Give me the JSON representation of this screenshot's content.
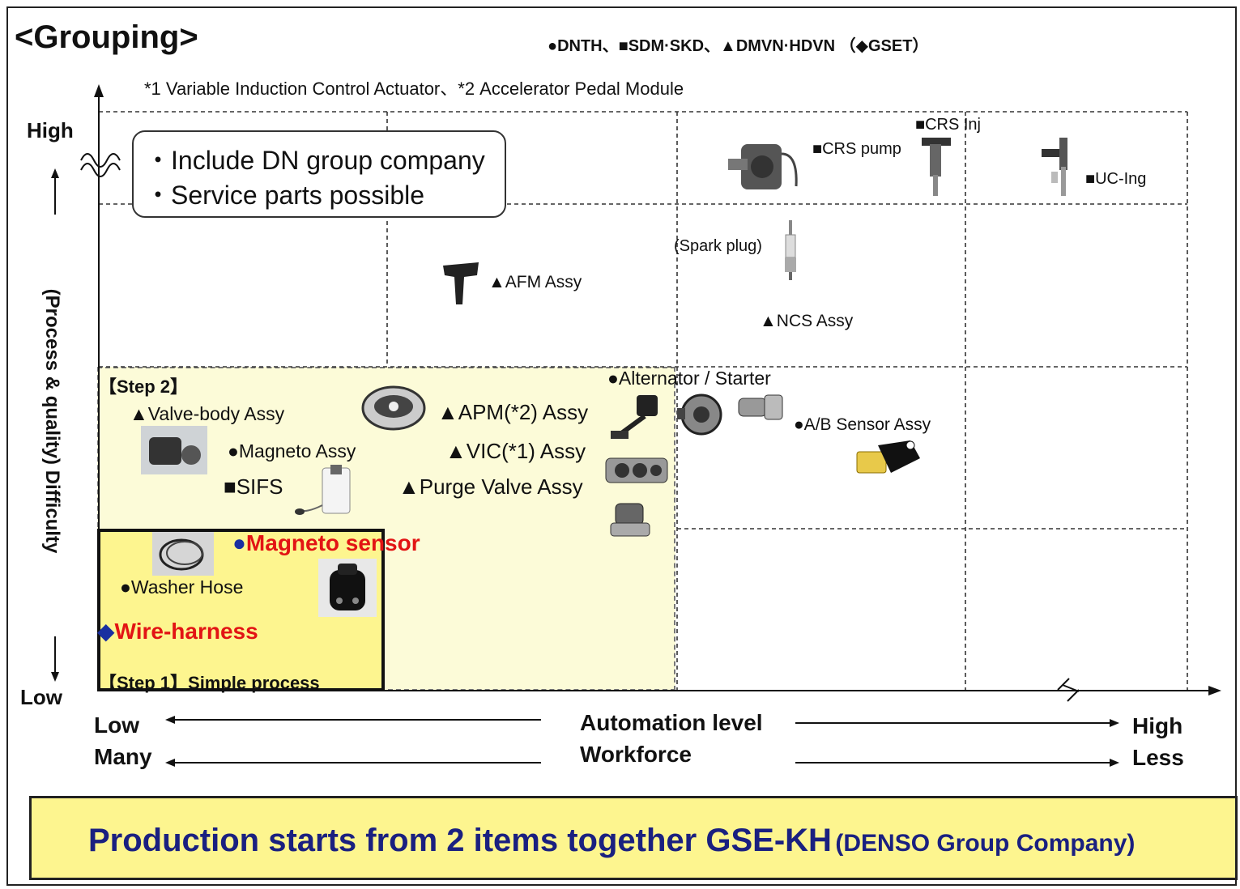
{
  "title": "<Grouping>",
  "legend": "●DNTH、■SDM·SKD、▲DMVN·HDVN （◆GSET）",
  "footnote": "*1 Variable Induction Control Actuator、*2 Accelerator Pedal Module",
  "y_axis": {
    "label": "(Process & quality) Difficulty",
    "high": "High",
    "low": "Low"
  },
  "note": {
    "lines": [
      "・Include DN group company",
      "・Service parts possible"
    ]
  },
  "steps": {
    "step2": "【Step 2】",
    "step1": "【Step 1】Simple process"
  },
  "items": {
    "crs_inj": "■CRS Inj",
    "crs_pump": "■CRS pump",
    "uc_ing": "■UC-Ing",
    "spark_plug": "(Spark plug)",
    "afm_assy": "▲AFM Assy",
    "ncs_assy": "▲NCS Assy",
    "alternator": "●Alternator / Starter",
    "ab_sensor": "●A/B Sensor Assy",
    "valve_body": "▲Valve-body Assy",
    "apm_assy": "▲APM(*2) Assy",
    "magneto_assy": "●Magneto Assy",
    "vic_assy": "▲VIC(*1) Assy",
    "sifs": "■SIFS",
    "purge_valve": "▲Purge Valve Assy",
    "magneto_sensor_mark": "●",
    "magneto_sensor": "Magneto sensor",
    "washer_hose": "●Washer Hose",
    "wire_harness_mark": "◆",
    "wire_harness": "Wire-harness"
  },
  "x_axis": {
    "automation": {
      "label": "Automation level",
      "left": "Low",
      "right": "High"
    },
    "workforce": {
      "label": "Workforce",
      "left": "Many",
      "right": "Less"
    }
  },
  "banner": {
    "main": "Production starts from 2 items together GSE-KH",
    "sub": "(DENSO Group Company)"
  },
  "colors": {
    "step1_fill": "#fdf58f",
    "step2_fill": "#fcfbd8",
    "highlight_red": "#e21414",
    "banner_text": "#1a2080",
    "marker_blue": "#1a2fa0"
  }
}
